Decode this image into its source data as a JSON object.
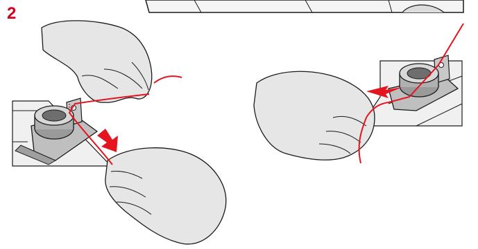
{
  "step": {
    "number": "2"
  },
  "colors": {
    "accent": "#e4151f",
    "number": "#d6001c",
    "skin": "#e3e3e3",
    "skin_shadow": "#c9c9c9",
    "metal": "#a9a9a9",
    "metal_dark": "#7d7d7d",
    "outline": "#1a1a1a"
  },
  "illustrations": [
    {
      "name": "thread-guide-pull-down",
      "description_icon": "hand-icon"
    },
    {
      "name": "thread-guide-pull-left",
      "description_icon": "hand-icon"
    }
  ]
}
